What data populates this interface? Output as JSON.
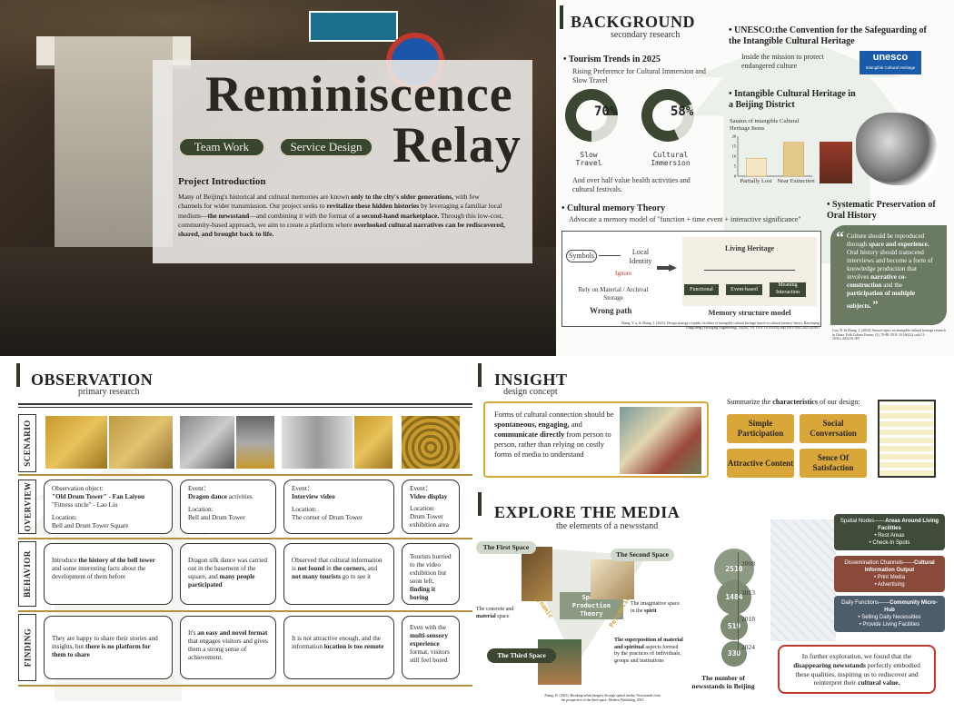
{
  "hero": {
    "title_line1": "Reminiscence",
    "title_line2": "Relay",
    "tag1": "Team Work",
    "tag2": "Service Design",
    "intro_heading": "Project Introduction",
    "intro_p1": "Many of Beijing's historical and cultural memories are known ",
    "intro_b1": "only to the city's older generations,",
    "intro_p2": " with few channels for wider transmission. Our project seeks to ",
    "intro_b2": "revitalize these hidden histories",
    "intro_p3": " by leveraging a familiar local medium—",
    "intro_b3": "the newsstand",
    "intro_p4": "—and combining it with the format of ",
    "intro_b4": "a second-hand marketplace.",
    "intro_p5": " Through this low-cost, community-based approach, we aim to create a platform where ",
    "intro_b5": "overlooked cultural narratives can be rediscovered, shared, and brought back to life."
  },
  "background": {
    "title": "BACKGROUND",
    "subtitle": "secondary research",
    "tourism_heading": "Tourism Trends in 2025",
    "tourism_sub": "Rising Preference for Cultural Immersion and Slow Travel",
    "pct1": "70%",
    "pct2": "58%",
    "pct1_label": "Slow Travel",
    "pct2_label": "Cultural Immersion",
    "tourism_note": "And over half value health activities and cultural festivals.",
    "unesco_heading": "UNESCO:the Convention for the Safeguarding of the Intangible Cultural Heritage",
    "unesco_text": "Inside the mission to protect endangered culture",
    "unesco_logo": "unesco",
    "unesco_logo_sub": "Intangible Cultural Heritage",
    "ich_heading": "Intangible Cultural Heritage in a Beijing District",
    "ich_chart_title": "Satatus of intangible Cultural Heritage Items",
    "ich_x1": "Partially Lost",
    "ich_x2": "Near Extinction",
    "memory_heading": "Cultural memory Theory",
    "memory_sub": "Advocate a memory model of \"function + time event + interactive significance\"",
    "wrong_symbols": "Symbols",
    "wrong_local": "Local Identity",
    "wrong_ignore": "Ignore",
    "wrong_rely": "Rely on Material / Archival Storage",
    "wrong_caption": "Wrong path",
    "living": "Living Heritage",
    "mm1": "Functional",
    "mm2": "Event-based",
    "mm3": "Meaning Interaction",
    "mm_caption": "Memory structure model",
    "memory_cite": "Zhang, Y. q. & Zhang, J. (2023). Design strategy of public facilities of intangible cultural heritage based on cultural memory theory. Baozhuang Gongcheng (Packaging Engineering), 44(20), 1-8. DOI: 10.19554/j.cnki.1001-3563.2023.20.001",
    "oral_heading": "Systematic Preservation of Oral History",
    "quote_t1": "Culture should be reproduced through ",
    "quote_b1": "space and experience.",
    "quote_t2": " Oral history should transcend interviews and become a form of knowledge production that involves ",
    "quote_b2": "narrative co-construction",
    "quote_t3": " and the ",
    "quote_b3": "participation of multiple subjects.",
    "quote_cite": "Guo, B. & Zhang, J. (2024). Annual report on intangible cultural heritage research in China. Folk Culture Forum, (1), 76-88. DOI: 10.16622/j.cnki.11-1031/c.2024.01.007"
  },
  "observation": {
    "title": "OBSERVATION",
    "subtitle": "primary research",
    "rows": [
      "SCENARIO",
      "OVERVIEW",
      "BEHAVIOR",
      "FINDING"
    ],
    "ov1_l1": "Observation object:",
    "ov1_b1": "\"Old Drum Tower\" - Fan Laiyou",
    "ov1_l2": "\"Fitness uncle\" - Lao Liu",
    "ov1_l3": "Location:",
    "ov1_l4": "Bell and Drum Tower Square",
    "ov2_l1": "Event：",
    "ov2_b1": "Dragon dance",
    "ov2_l2": " activities",
    "ov2_l3": "Location:",
    "ov2_l4": "Bell and Drum Tower",
    "ov3_l1": "Event：",
    "ov3_b1": "Interview video",
    "ov3_l3": "Location:",
    "ov3_l4": "The corner of Drum Tower",
    "ov4_l1": "Event：",
    "ov4_b1": "Video display",
    "ov4_l3": "Location:",
    "ov4_l4": "Drum Tower exhibition area",
    "bh1_a": "Introduce ",
    "bh1_b": "the history of the bell tower",
    "bh1_c": " and some interesting facts about the development of them before",
    "bh2_a": "Dragon silk dance was carried out in the basement of the square, and ",
    "bh2_b": "many people participated",
    "bh3_a": "Observed that cultural information is ",
    "bh3_b": "not found",
    "bh3_c": " in ",
    "bh3_d": "the corners,",
    "bh3_e": " and ",
    "bh3_f": "not many tourists",
    "bh3_g": " go to see it",
    "bh4_a": "Tourists hurried to the video exhibition but soon left, ",
    "bh4_b": "finding it boring",
    "fd1_a": "They are happy to share their stories and insights, but ",
    "fd1_b": "there is no platform for them to share",
    "fd2_a": "It's ",
    "fd2_b": "an easy and novel format",
    "fd2_c": " that engages visitors and gives them a strong sense of achievement.",
    "fd3_a": "It is not attractive enough, and the information ",
    "fd3_b": "location is too remote",
    "fd4_a": "Even with the ",
    "fd4_b": "multi-sensory experience",
    "fd4_c": " format, visitors still feel bored"
  },
  "insight": {
    "title": "INSIGHT",
    "subtitle": "design concept",
    "text_a": "Forms of cultural connection should be ",
    "text_b": "spontaneous, engaging,",
    "text_c": " and ",
    "text_d": "communicate directly",
    "text_e": " from person to person, rather than relying on costly forms of media to understand",
    "char_a": "Summarize the ",
    "char_b": "characteristics",
    "char_c": " of our design:",
    "c1": "Simple Participation",
    "c2": "Social Conversation",
    "c3": "Attractive Content",
    "c4": "Sence Of Satisfaction"
  },
  "media": {
    "title": "EXPLORE THE MEDIA",
    "subtitle": "the elements of a newsstand",
    "first": "The First Space",
    "second": "The Second Space",
    "third": "The Third Space",
    "center": "Space Production Theory",
    "edge1": "Dynamic",
    "edge2": "Perception",
    "first_desc_a": "The concrete and ",
    "first_desc_b": "material",
    "first_desc_c": " space",
    "second_desc_a": "The imaginative space in the ",
    "second_desc_b": "spirit",
    "third_desc_a": "The superposition of material and spiritual",
    "third_desc_b": " aspects formed by the practices of individuals, groups and institutions",
    "cite": "Zhang, H. (2023). Breaking urban imagery through spatial media: Newsstands from the perspective of the third space. Modern Publishing, 2023",
    "years": [
      "2008",
      "2013",
      "2018",
      "2024"
    ],
    "caption": "The number of newsstands in Beijing",
    "f1_a": "Spatial Nodes——",
    "f1_b": "Areas Around Living Facilities",
    "f1_i1": "• Rest Areas",
    "f1_i2": "• Check-In Spots",
    "f2_a": "Dissemination Channels——",
    "f2_b": "Cultural Information Output",
    "f2_i1": "• Print Media",
    "f2_i2": "• Advertising",
    "f3_a": "Daily Functions——",
    "f3_b": "Community Micro-Hub",
    "f3_i1": "• Selling Daily Necessities",
    "f3_i2": "• Provide Living Facilities",
    "conc_a": "In further exploration, we found that the ",
    "conc_b": "disappearing newsstands",
    "conc_c": " perfectly embodied these qualities, inspiring us to rediscover and reinterpret their ",
    "conc_d": "cultural value."
  },
  "chart_data": [
    {
      "type": "bar",
      "title": "Satatus of intangible Cultural Heritage Items",
      "categories": [
        "Partially Lost",
        "Near Extinction"
      ],
      "values": [
        9,
        17
      ],
      "ylim": [
        0,
        20
      ],
      "yticks": [
        "0",
        "5",
        "10",
        "15",
        "20"
      ]
    },
    {
      "type": "scatter",
      "title": "The number of newsstands in Beijing",
      "categories": [
        "2008",
        "2013",
        "2018",
        "2024"
      ],
      "values": [
        2510,
        1484,
        519,
        330
      ]
    }
  ],
  "colors": {
    "accent_dark_green": "#38452f",
    "gold": "#d9a63a",
    "quote_green": "#6b7a62",
    "func1": "#3f4c3a",
    "func2": "#8a4a3a",
    "func3": "#4e5d6c"
  }
}
